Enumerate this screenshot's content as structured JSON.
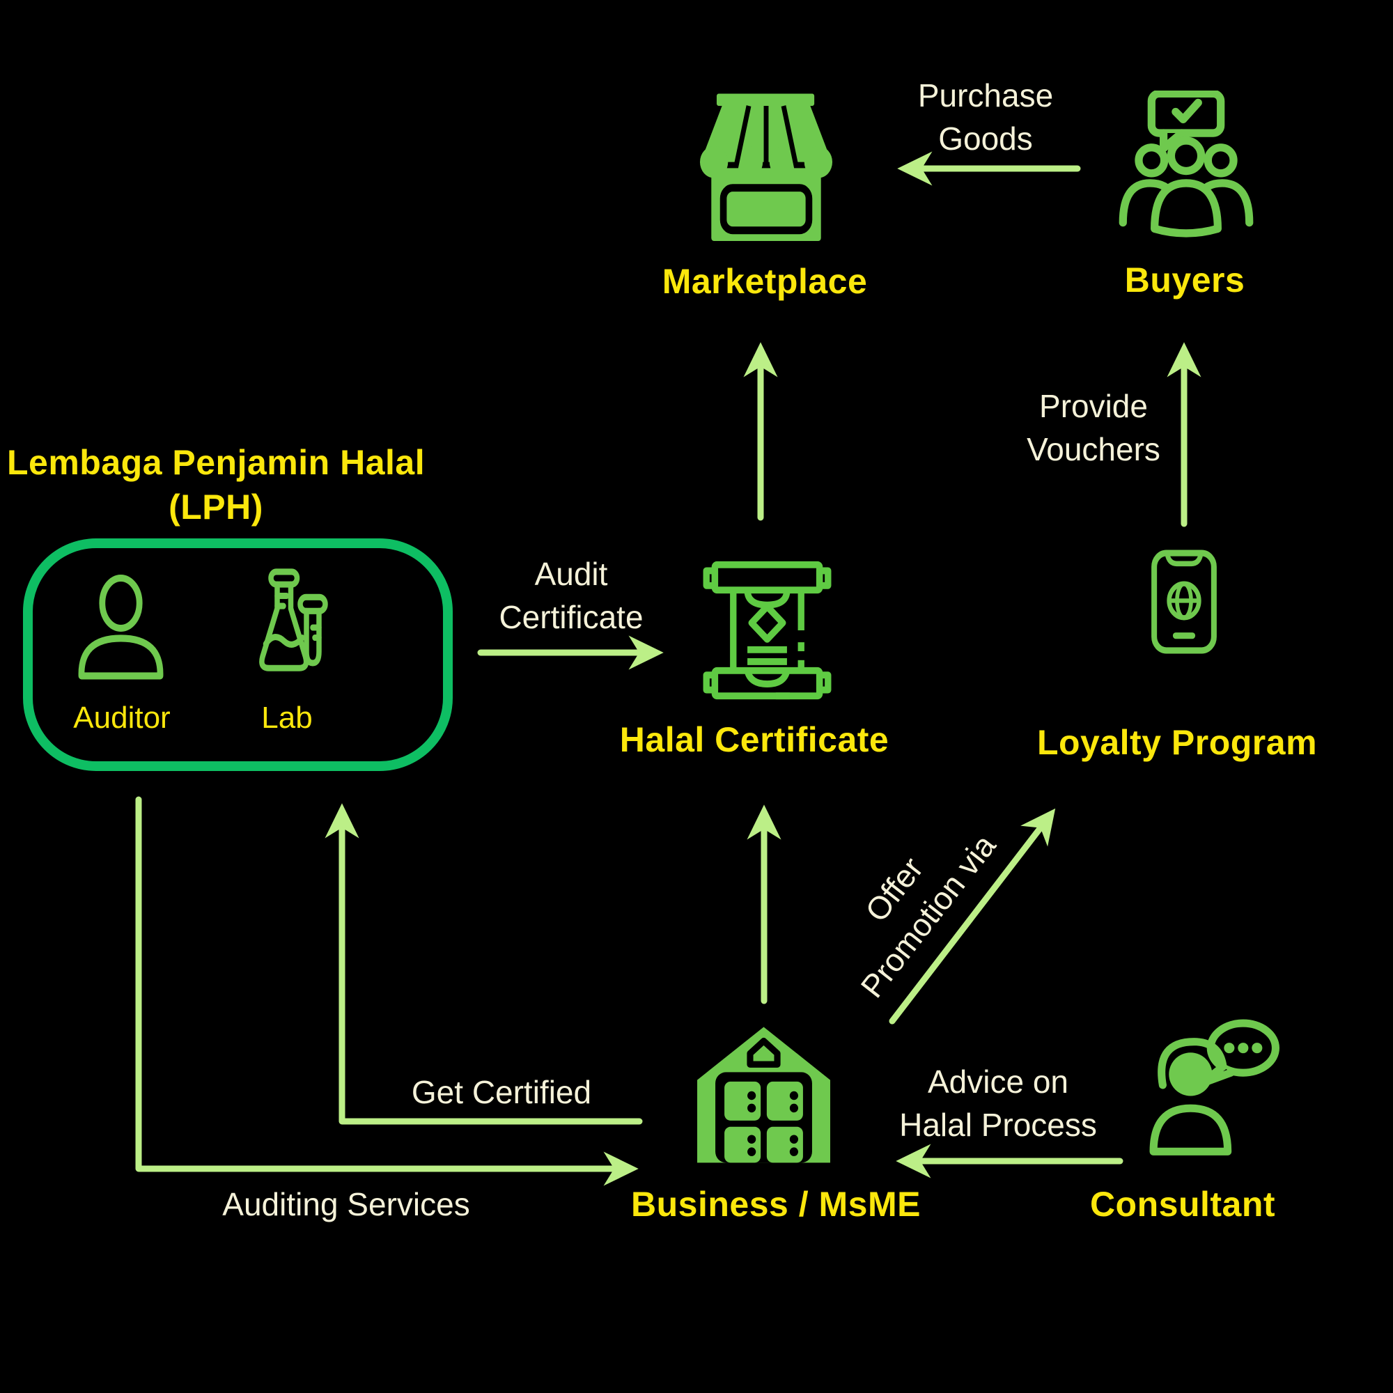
{
  "palette": {
    "background": "#000000",
    "icon_green": "#6FC94E",
    "fill_green": "#6FC94E",
    "emerald_box_green": "#0EBE63",
    "arrow_green": "#BCEF87",
    "label_yellow": "#FBE70C",
    "text_cream": "#F5F2D9"
  },
  "nodes": {
    "marketplace": {
      "label": "Marketplace",
      "icon": "storefront-icon"
    },
    "buyers": {
      "label": "Buyers",
      "icon": "buyers-group-icon"
    },
    "lph": {
      "title_line1": "Lembaga Penjamin Halal",
      "title_line2": "(LPH)",
      "members": {
        "auditor": {
          "label": "Auditor",
          "icon": "auditor-person-icon"
        },
        "lab": {
          "label": "Lab",
          "icon": "lab-flask-icon"
        }
      }
    },
    "halal_certificate": {
      "label": "Halal Certificate",
      "icon": "certificate-scroll-icon"
    },
    "loyalty_program": {
      "label": "Loyalty Program",
      "icon": "phone-globe-icon"
    },
    "business": {
      "label": "Business / MsME",
      "icon": "warehouse-icon"
    },
    "consultant": {
      "label": "Consultant",
      "icon": "consultant-headset-icon"
    }
  },
  "edges": {
    "buyers_to_marketplace": {
      "label_line1": "Purchase",
      "label_line2": "Goods"
    },
    "loyalty_to_buyers": {
      "label_line1": "Provide",
      "label_line2": "Vouchers"
    },
    "lph_to_certificate": {
      "label_line1": "Audit",
      "label_line2": "Certificate"
    },
    "business_to_loyalty": {
      "label_line1": "Offer",
      "label_line2": "Promotion via"
    },
    "consultant_to_business": {
      "label_line1": "Advice on",
      "label_line2": "Halal Process"
    },
    "business_to_lph": {
      "label": "Get Certified"
    },
    "lph_to_business": {
      "label": "Auditing Services"
    }
  }
}
